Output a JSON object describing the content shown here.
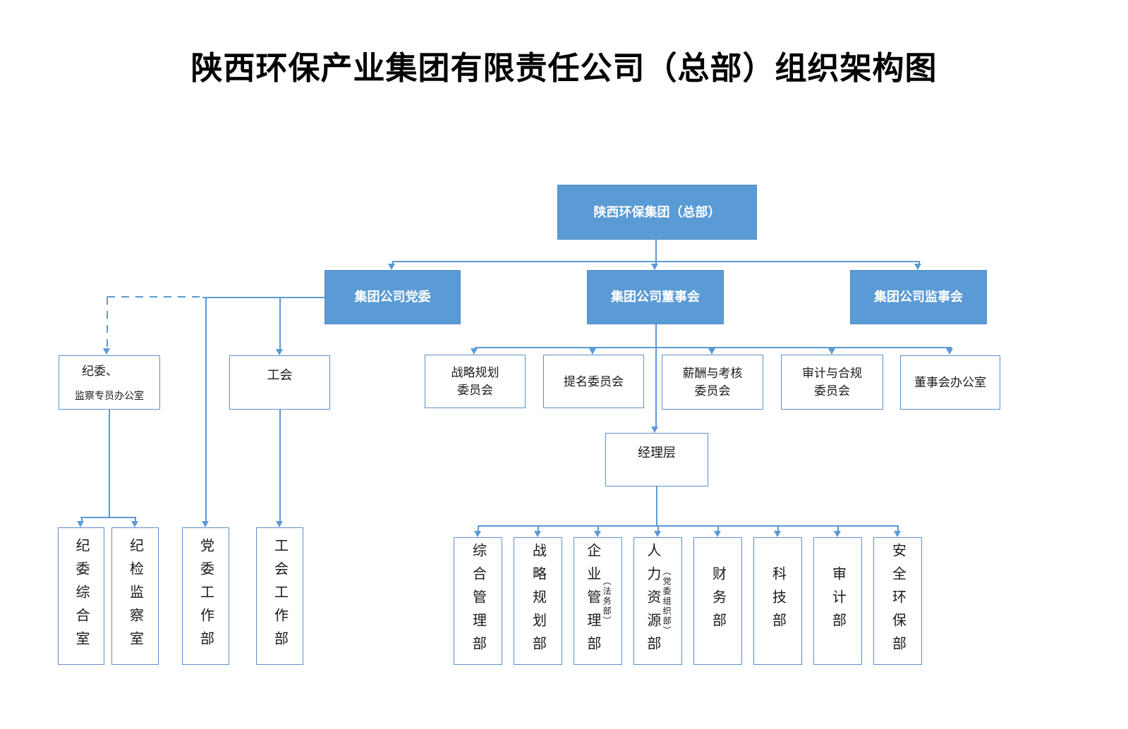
{
  "title": "陕西环保产业集团有限责任公司（总部）组织架构图",
  "colors": {
    "primary": "#5B9BD5",
    "line": "#5B9BD5",
    "box_border": "#5E8FCB"
  },
  "nodes": {
    "hq": {
      "label": "陕西环保集团（总部）"
    },
    "party_committee": {
      "label": "集团公司党委"
    },
    "board": {
      "label": "集团公司董事会"
    },
    "supervisory_board": {
      "label": "集团公司监事会"
    },
    "discipline_office": {
      "line1": "纪委、",
      "line2": "监察专员办公室"
    },
    "labor_union": {
      "label": "工会"
    },
    "strategy_committee": {
      "line1": "战略规划",
      "line2": "委员会"
    },
    "nomination_committee": {
      "label": "提名委员会"
    },
    "compensation_committee": {
      "line1": "薪酬与考核",
      "line2": "委员会"
    },
    "audit_compliance_committee": {
      "line1": "审计与合规",
      "line2": "委员会"
    },
    "board_office": {
      "label": "董事会办公室"
    },
    "management_layer": {
      "label": "经理层"
    },
    "discipline_general_office": {
      "label": "纪委综合室"
    },
    "discipline_inspection_office": {
      "label": "纪检监察室"
    },
    "party_work_dept": {
      "label": "党委工作部"
    },
    "union_work_dept": {
      "label": "工会工作部"
    },
    "general_mgmt_dept": {
      "label": "综合管理部"
    },
    "strategy_planning_dept": {
      "label": "战略规划部"
    },
    "enterprise_mgmt_dept": {
      "label": "企业管理部",
      "sublabel": "（法务部）"
    },
    "hr_dept": {
      "label": "人力资源部",
      "sublabel": "（党委组织部）"
    },
    "finance_dept": {
      "label": "财务部"
    },
    "tech_dept": {
      "label": "科技部"
    },
    "audit_dept": {
      "label": "审计部"
    },
    "safety_env_dept": {
      "label": "安全环保部"
    }
  }
}
